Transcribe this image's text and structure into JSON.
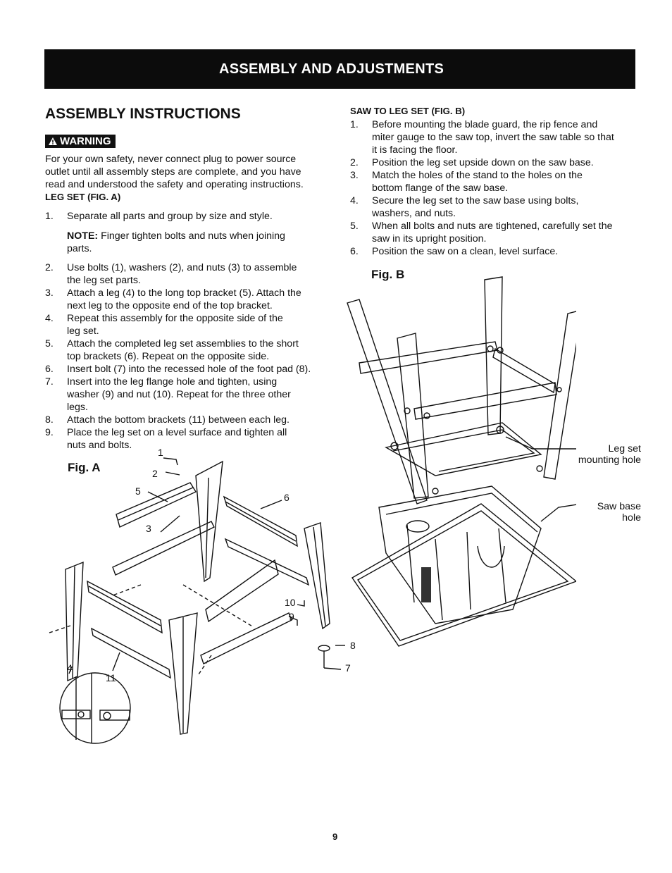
{
  "header": {
    "banner": "ASSEMBLY AND ADJUSTMENTS"
  },
  "left": {
    "heading": "ASSEMBLY INSTRUCTIONS",
    "warning_label": "WARNING",
    "warning_lines": [
      "For your own safety, never connect plug to power source",
      "outlet until all assembly steps are complete, and you have",
      "read and understood the safety and operating instructions."
    ],
    "legset_heading": "LEG SET (FIG. A)",
    "step1": {
      "num": "1.",
      "lines": [
        "Separate all parts and group by size and style."
      ]
    },
    "note_label": "NOTE:",
    "note_lines": [
      " Finger tighten bolts and nuts when joining",
      "parts."
    ],
    "steps": [
      {
        "num": "2.",
        "lines": [
          "Use bolts (1), washers (2), and nuts (3) to assemble",
          "the leg set parts."
        ]
      },
      {
        "num": "3.",
        "lines": [
          "Attach a leg (4) to the long top bracket (5). Attach the",
          "next leg to the opposite end of the top bracket."
        ]
      },
      {
        "num": "4.",
        "lines": [
          "Repeat this assembly for the opposite side of the",
          "leg set."
        ]
      },
      {
        "num": "5.",
        "lines": [
          "Attach the completed leg set assemblies to the short",
          "top brackets (6). Repeat on the opposite side."
        ]
      },
      {
        "num": "6.",
        "lines": [
          "Insert bolt (7) into the recessed hole of the foot pad (8)."
        ]
      },
      {
        "num": "7.",
        "lines": [
          "Insert into the leg flange hole and tighten, using",
          "washer (9) and nut (10). Repeat for the three other",
          "legs."
        ]
      },
      {
        "num": "8.",
        "lines": [
          "Attach the bottom brackets (11) between each leg."
        ]
      },
      {
        "num": "9.",
        "lines": [
          "Place the leg set on a level surface and tighten all",
          "nuts and bolts."
        ]
      }
    ],
    "fig_a": {
      "label": "Fig. A",
      "callouts": [
        "1",
        "2",
        "3",
        "4",
        "5",
        "6",
        "7",
        "8",
        "9",
        "10",
        "11"
      ]
    }
  },
  "right": {
    "heading": "SAW TO LEG SET (FIG. B)",
    "steps": [
      {
        "num": "1.",
        "lines": [
          "Before mounting the blade guard, the rip fence and",
          "miter gauge to the saw top, invert the saw table so that",
          "it is facing the floor."
        ]
      },
      {
        "num": "2.",
        "lines": [
          "Position the leg set upside down on the saw base."
        ]
      },
      {
        "num": "3.",
        "lines": [
          "Match the holes of the stand to the holes on the",
          "bottom flange of the saw base."
        ]
      },
      {
        "num": "4.",
        "lines": [
          "Secure the leg set to the saw base using bolts,",
          "washers, and nuts."
        ]
      },
      {
        "num": "5.",
        "lines": [
          "When all bolts and nuts are tightened, carefully set the",
          "saw in its upright position."
        ]
      },
      {
        "num": "6.",
        "lines": [
          "Position the saw on a clean, level surface."
        ]
      }
    ],
    "fig_b": {
      "label": "Fig. B",
      "legset_label": [
        "Leg set",
        "mounting hole"
      ],
      "sawbase_label": [
        "Saw base",
        "hole"
      ]
    }
  },
  "footer": {
    "page_number": "9"
  }
}
